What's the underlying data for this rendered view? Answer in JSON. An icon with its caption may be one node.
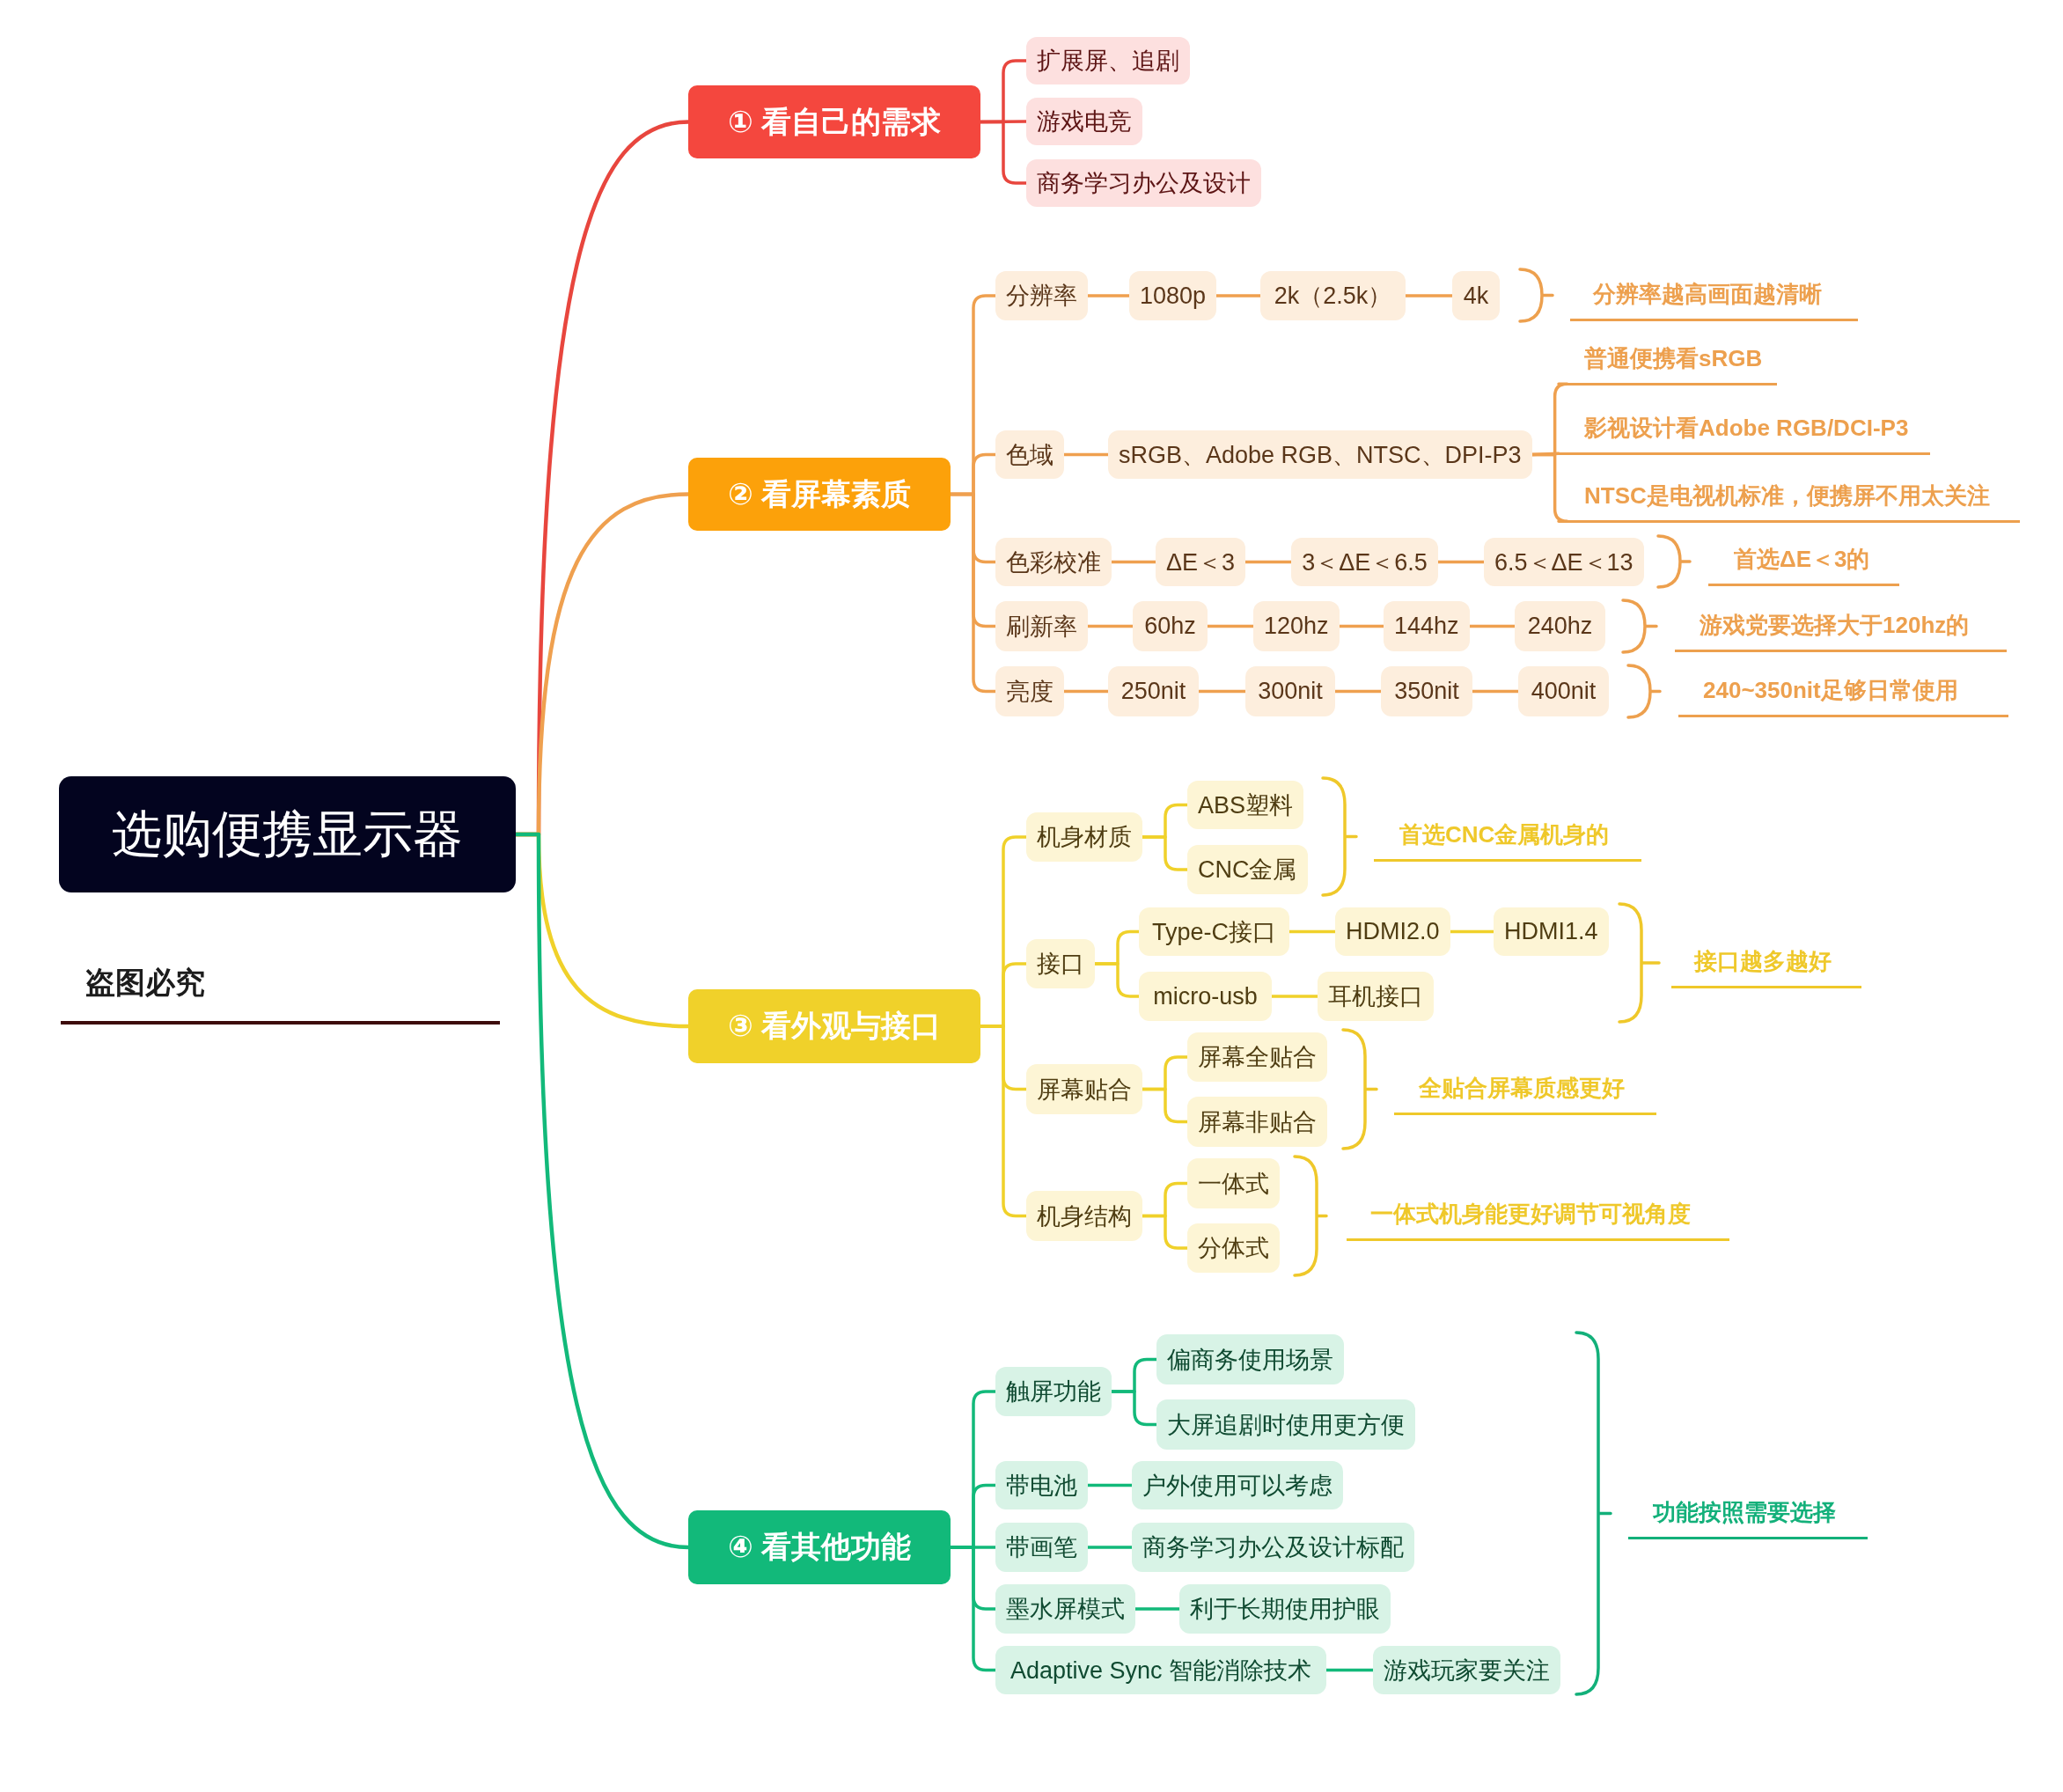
{
  "diagram": {
    "nodes": [
      {
        "text": [
          "选购便携显示器"
        ]
      },
      {
        "text": [
          "① 看自己的需求"
        ]
      },
      {
        "text": [
          "扩展屏、追剧"
        ]
      },
      {
        "text": [
          "游戏电竞"
        ]
      },
      {
        "text": [
          "商务学习办公及设计"
        ]
      },
      {
        "text": [
          "② 看屏幕素质"
        ]
      },
      {
        "text": [
          "分辨率"
        ]
      },
      {
        "text": [
          "1080p"
        ]
      },
      {
        "text": [
          "2k（2.5k）"
        ]
      },
      {
        "text": [
          "4k"
        ]
      },
      {
        "text": [
          "分辨率越高画面越清晰"
        ]
      },
      {
        "text": [
          "色域"
        ]
      },
      {
        "text": [
          "sRGB、Adobe RGB、NTSC、DPI-P3"
        ]
      },
      {
        "text": [
          "普通便携看sRGB"
        ]
      },
      {
        "text": [
          "影视设计看Adobe RGB/DCI-P3"
        ]
      },
      {
        "text": [
          "NTSC是电视机标准，便携屏不用太关注"
        ]
      },
      {
        "text": [
          "色彩校准"
        ]
      },
      {
        "text": [
          "ΔE＜3"
        ]
      },
      {
        "text": [
          "3＜ΔE＜6.5"
        ]
      },
      {
        "text": [
          "6.5＜ΔE＜13"
        ]
      },
      {
        "text": [
          "首选ΔE＜3的"
        ]
      },
      {
        "text": [
          "刷新率"
        ]
      },
      {
        "text": [
          "60hz"
        ]
      },
      {
        "text": [
          "120hz"
        ]
      },
      {
        "text": [
          "144hz"
        ]
      },
      {
        "text": [
          "240hz"
        ]
      },
      {
        "text": [
          "游戏党要选择大于120hz的"
        ]
      },
      {
        "text": [
          "亮度"
        ]
      },
      {
        "text": [
          "250nit"
        ]
      },
      {
        "text": [
          "300nit"
        ]
      },
      {
        "text": [
          "350nit"
        ]
      },
      {
        "text": [
          "400nit"
        ]
      },
      {
        "text": [
          "240~350nit足够日常使用"
        ]
      },
      {
        "text": [
          "③ 看外观与接口"
        ]
      },
      {
        "text": [
          "机身材质"
        ]
      },
      {
        "text": [
          "ABS塑料"
        ]
      },
      {
        "text": [
          "CNC金属"
        ]
      },
      {
        "text": [
          "首选CNC金属机身的"
        ]
      },
      {
        "text": [
          "接口"
        ]
      },
      {
        "text": [
          "Type-C接口"
        ]
      },
      {
        "text": [
          "HDMI2.0"
        ]
      },
      {
        "text": [
          "HDMI1.4"
        ]
      },
      {
        "text": [
          "micro-usb"
        ]
      },
      {
        "text": [
          "耳机接口"
        ]
      },
      {
        "text": [
          "接口越多越好"
        ]
      },
      {
        "text": [
          "屏幕贴合"
        ]
      },
      {
        "text": [
          "屏幕全贴合"
        ]
      },
      {
        "text": [
          "屏幕非贴合"
        ]
      },
      {
        "text": [
          "全贴合屏幕质感更好"
        ]
      },
      {
        "text": [
          "机身结构"
        ]
      },
      {
        "text": [
          "一体式"
        ]
      },
      {
        "text": [
          "分体式"
        ]
      },
      {
        "text": [
          "一体式机身能更好调节可视角度"
        ]
      },
      {
        "text": [
          "④ 看其他功能"
        ]
      },
      {
        "text": [
          "触屏功能"
        ]
      },
      {
        "text": [
          "偏商务使用场景"
        ]
      },
      {
        "text": [
          "大屏追剧时使用更方便"
        ]
      },
      {
        "text": [
          "带电池"
        ]
      },
      {
        "text": [
          "户外使用可以考虑"
        ]
      },
      {
        "text": [
          "带画笔"
        ]
      },
      {
        "text": [
          "商务学习办公及设计标配"
        ]
      },
      {
        "text": [
          "墨水屏模式"
        ]
      },
      {
        "text": [
          "利于长期使用护眼"
        ]
      },
      {
        "text": [
          "Adaptive Sync 智能消除技术"
        ]
      },
      {
        "text": [
          "游戏玩家要关注"
        ]
      },
      {
        "text": [
          "功能按照需要选择"
        ]
      }
    ],
    "edges": [
      {
        "from": 0,
        "to": 1,
        "arrow": "none",
        "color": "#e8463e"
      },
      {
        "from": 1,
        "to": 2,
        "arrow": "none",
        "color": "#e8463e"
      },
      {
        "from": 1,
        "to": 3,
        "arrow": "none",
        "color": "#e8463e"
      },
      {
        "from": 1,
        "to": 4,
        "arrow": "none",
        "color": "#e8463e"
      },
      {
        "from": 0,
        "to": 5,
        "arrow": "none"
      },
      {
        "from": 5,
        "to": 6,
        "arrow": "none"
      },
      {
        "from": 6,
        "to": 7,
        "arrow": "none"
      },
      {
        "from": 7,
        "to": 8,
        "arrow": "none"
      },
      {
        "from": 8,
        "to": 9,
        "arrow": "none"
      },
      {
        "from": 5,
        "to": 11,
        "arrow": "none"
      },
      {
        "from": 11,
        "to": 12,
        "arrow": "none"
      },
      {
        "from": 12,
        "to": 13,
        "arrow": "none"
      },
      {
        "from": 12,
        "to": 14,
        "arrow": "none"
      },
      {
        "from": 12,
        "to": 15,
        "arrow": "none"
      },
      {
        "from": 5,
        "to": 16,
        "arrow": "none"
      },
      {
        "from": 16,
        "to": 17,
        "arrow": "none"
      },
      {
        "from": 17,
        "to": 18,
        "arrow": "none"
      },
      {
        "from": 18,
        "to": 19,
        "arrow": "none"
      },
      {
        "from": 5,
        "to": 21,
        "arrow": "none"
      },
      {
        "from": 21,
        "to": 22,
        "arrow": "none"
      },
      {
        "from": 22,
        "to": 23,
        "arrow": "none"
      },
      {
        "from": 23,
        "to": 24,
        "arrow": "none"
      },
      {
        "from": 24,
        "to": 25,
        "arrow": "none"
      },
      {
        "from": 5,
        "to": 27,
        "arrow": "none"
      },
      {
        "from": 27,
        "to": 28,
        "arrow": "none"
      },
      {
        "from": 28,
        "to": 29,
        "arrow": "none"
      },
      {
        "from": 29,
        "to": 30,
        "arrow": "none"
      },
      {
        "from": 30,
        "to": 31,
        "arrow": "none"
      },
      {
        "from": 0,
        "to": 33,
        "arrow": "none",
        "color": "#f0d12a"
      },
      {
        "from": 33,
        "to": 34,
        "arrow": "none",
        "color": "#f0d12a"
      },
      {
        "from": 34,
        "to": 35,
        "arrow": "none",
        "color": "#f0d12a"
      },
      {
        "from": 34,
        "to": 36,
        "arrow": "none",
        "color": "#f0d12a"
      },
      {
        "from": 33,
        "to": 38,
        "arrow": "none",
        "color": "#f0d12a"
      },
      {
        "from": 38,
        "to": 39,
        "arrow": "none",
        "color": "#f0d12a"
      },
      {
        "from": 39,
        "to": 40,
        "arrow": "none",
        "color": "#f0d12a"
      },
      {
        "from": 40,
        "to": 41,
        "arrow": "none",
        "color": "#f0d12a"
      },
      {
        "from": 38,
        "to": 42,
        "arrow": "none",
        "color": "#f0d12a"
      },
      {
        "from": 42,
        "to": 43,
        "arrow": "none",
        "color": "#f0d12a"
      },
      {
        "from": 33,
        "to": 45,
        "arrow": "none",
        "color": "#f0d12a"
      },
      {
        "from": 45,
        "to": 46,
        "arrow": "none",
        "color": "#f0d12a"
      },
      {
        "from": 45,
        "to": 47,
        "arrow": "none",
        "color": "#f0d12a"
      },
      {
        "from": 33,
        "to": 49,
        "arrow": "none",
        "color": "#f0d12a"
      },
      {
        "from": 49,
        "to": 50,
        "arrow": "none",
        "color": "#f0d12a"
      },
      {
        "from": 49,
        "to": 51,
        "arrow": "none",
        "color": "#f0d12a"
      },
      {
        "from": 0,
        "to": 53,
        "arrow": "none",
        "color": "#12b97a"
      },
      {
        "from": 53,
        "to": 54,
        "arrow": "none",
        "color": "#12b97a"
      },
      {
        "from": 54,
        "to": 55,
        "arrow": "none",
        "color": "#12b97a"
      },
      {
        "from": 54,
        "to": 56,
        "arrow": "none",
        "color": "#12b97a"
      },
      {
        "from": 53,
        "to": 57,
        "arrow": "none",
        "color": "#12b97a"
      },
      {
        "from": 57,
        "to": 58,
        "arrow": "none",
        "color": "#12b97a"
      },
      {
        "from": 53,
        "to": 59,
        "arrow": "none",
        "color": "#12b97a"
      },
      {
        "from": 59,
        "to": 60,
        "arrow": "none",
        "color": "#12b97a"
      },
      {
        "from": 53,
        "to": 61,
        "arrow": "none",
        "color": "#12b97a"
      },
      {
        "from": 61,
        "to": 62,
        "arrow": "none",
        "color": "#12b97a"
      },
      {
        "from": 53,
        "to": 63,
        "arrow": "none",
        "color": "#12b97a"
      },
      {
        "from": 63,
        "to": 64,
        "arrow": "none",
        "color": "#12b97a"
      }
    ],
    "labels": [
      "盗图必究"
    ]
  }
}
